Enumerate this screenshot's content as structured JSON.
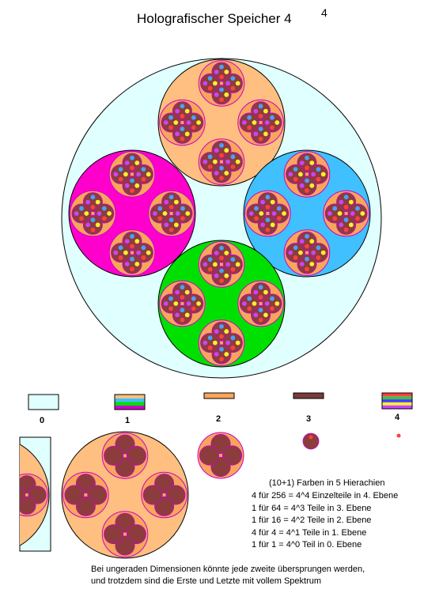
{
  "title": "Holografischer Speicher  4",
  "title_exponent": "4",
  "legend": [
    {
      "label": "0"
    },
    {
      "label": "1"
    },
    {
      "label": "2"
    },
    {
      "label": "3"
    },
    {
      "label": "4"
    }
  ],
  "info_lines": [
    "(10+1) Farben in 5 Hierachien",
    "4   für 256 = 4^4 Einzelteile in 4. Ebene",
    "1   für   64 = 4^3 Teile in 3. Ebene",
    "1   für   16 = 4^2 Teile in 2. Ebene",
    "4   für     4 = 4^1 Teile in 1. Ebene",
    "1   für     1 = 4^0 Teil in 0. Ebene"
  ],
  "footer_lines": [
    "Bei ungeraden Dimensionen könnte jede zweite übersprungen werden,",
    "und trotzdem sind die Erste und Letzte mit vollem Spektrum"
  ],
  "colors": {
    "level0": "#e0ffff",
    "level1": [
      "#ffbf80",
      "#40c0ff",
      "#00e000",
      "#ff00cc"
    ],
    "level2": "#f7a65a",
    "level3": "#8c3c3c",
    "level4": [
      "#ff4040",
      "#ffee33",
      "#4aa0ff",
      "#cc44ff"
    ],
    "outline": "#cc00cc",
    "stroke": "#000000"
  }
}
